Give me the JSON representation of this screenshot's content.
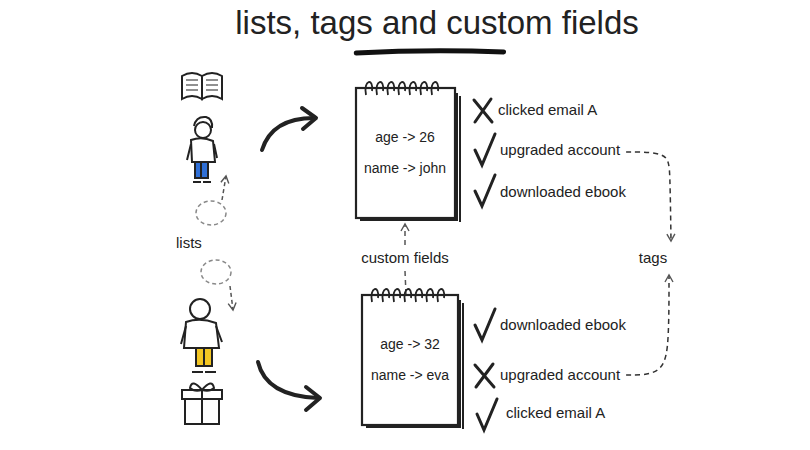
{
  "diagram": {
    "title": "lists, tags and custom fields",
    "nodes": [
      {
        "text": [
          "age -> 26",
          "name -> john"
        ]
      },
      {
        "text": [
          "age -> 32",
          "name -> eva"
        ]
      }
    ],
    "labels": [
      "clicked email A",
      "upgraded account",
      "downloaded ebook",
      "lists",
      "custom fields",
      "tags",
      "downloaded ebook",
      "upgraded account",
      "clicked email A"
    ]
  }
}
